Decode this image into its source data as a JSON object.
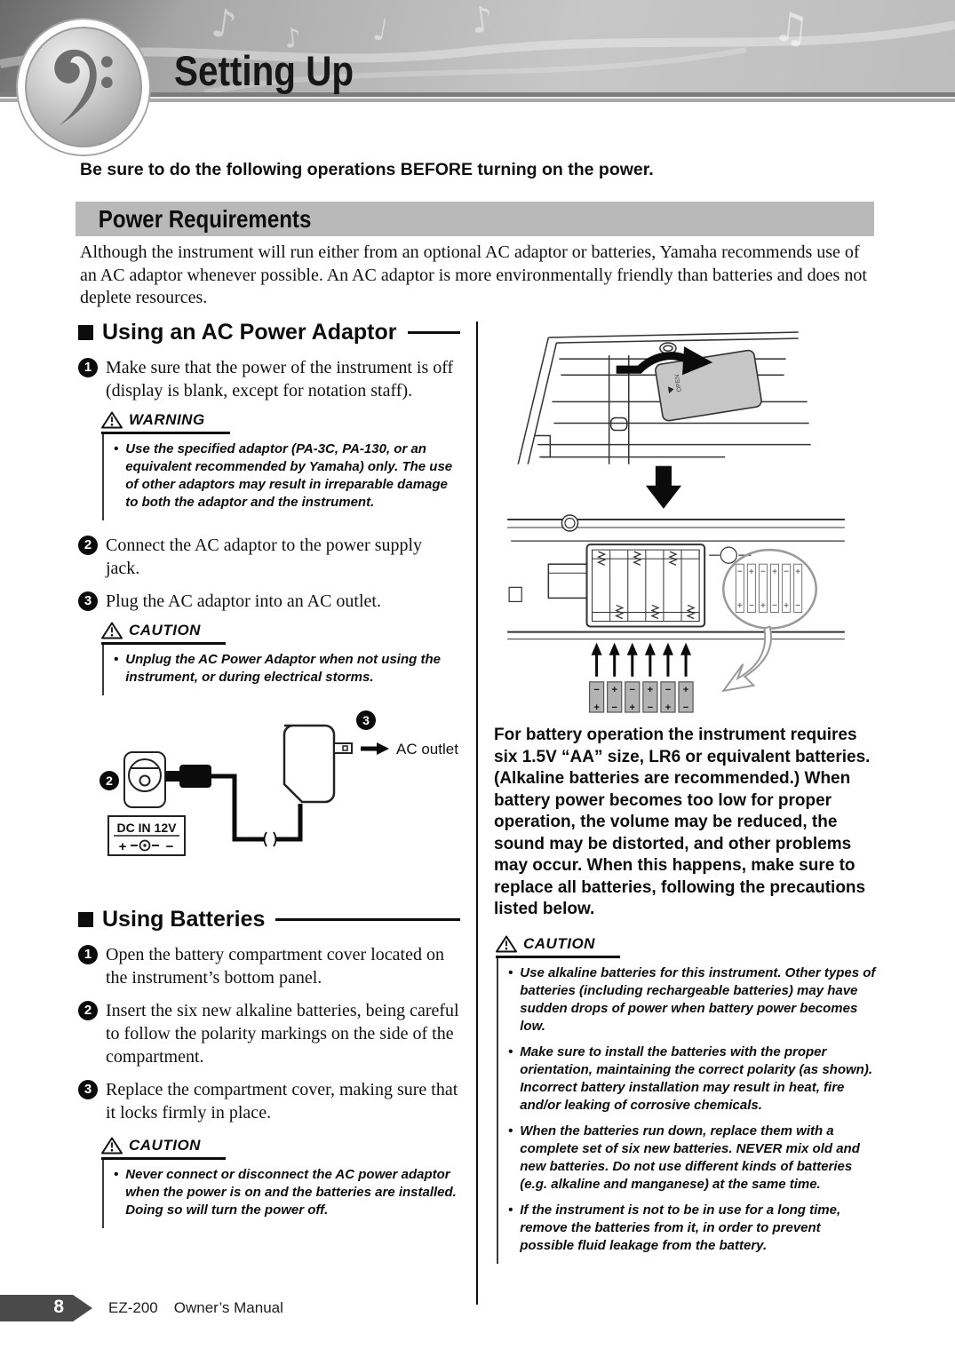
{
  "header": {
    "title": "Setting Up"
  },
  "intro": "Be sure to do the following operations BEFORE turning on the power.",
  "banner": "Power Requirements",
  "lead": "Although the instrument will run either from an optional AC adaptor or batteries, Yamaha recommends use of an AC adaptor whenever possible. An AC adaptor is more environmentally friendly than batteries and does not deplete resources.",
  "ac_section": {
    "heading": "Using an AC Power Adaptor",
    "steps": [
      {
        "num": "1",
        "text": "Make sure that the power of the instrument is off (display is blank, except for notation staff)."
      },
      {
        "num": "2",
        "text": "Connect the AC adaptor to the power supply jack."
      },
      {
        "num": "3",
        "text": "Plug the AC adaptor into an AC outlet."
      }
    ],
    "warning": {
      "label": "WARNING",
      "items": [
        "Use the specified adaptor (PA-3C, PA-130, or an equivalent recommended by Yamaha) only. The use of other adaptors may result in irreparable damage to both the adaptor and the instrument."
      ]
    },
    "caution": {
      "label": "CAUTION",
      "items": [
        "Unplug the AC Power Adaptor when not using the instrument, or during electrical storms."
      ]
    },
    "diagram": {
      "step2_num": "2",
      "step3_num": "3",
      "jack_label": "DC IN 12V",
      "polarity_plus": "+",
      "polarity_minus": "−",
      "outlet_label": "AC outlet"
    }
  },
  "battery_section": {
    "heading": "Using Batteries",
    "steps": [
      {
        "num": "1",
        "text": "Open the battery compartment cover located on the instrument’s bottom panel."
      },
      {
        "num": "2",
        "text": "Insert the six new alkaline batteries, being careful to follow the polarity markings on the side of the compartment."
      },
      {
        "num": "3",
        "text": "Replace the compartment cover, making sure that it locks firmly in place."
      }
    ],
    "caution": {
      "label": "CAUTION",
      "items": [
        "Never connect or disconnect the AC power adaptor when the power is on and the batteries are installed. Doing so will turn the power off."
      ]
    }
  },
  "right_column": {
    "battery_note": "For battery operation the instrument requires six 1.5V “AA” size, LR6 or equivalent batteries. (Alkaline batteries are recommended.) When battery power becomes too low for proper operation, the volume may be reduced, the sound may be distorted, and other problems may occur. When this happens, make sure to replace all batteries, following the precautions listed below.",
    "caution": {
      "label": "CAUTION",
      "items": [
        "Use alkaline batteries for this instrument. Other types of batteries (including rechargeable batteries) may have sudden drops of power when battery power becomes low.",
        "Make sure to install the batteries with the proper orientation, maintaining the correct polarity (as shown). Incorrect battery installation may result in heat, fire and/or leaking of corrosive chemicals.",
        "When the batteries run down, replace them with a complete set of six new batteries. NEVER mix old and new batteries. Do not use different kinds of batteries (e.g. alkaline and manganese) at the same time.",
        "If the instrument is not to be in use for a long time, remove the batteries from it, in order to prevent possible fluid leakage from the battery."
      ]
    },
    "diagram": {
      "cover_label": "OPEN",
      "top_signs": [
        "−",
        "+",
        "−",
        "+",
        "−",
        "+"
      ],
      "bottom_signs": [
        "+",
        "−",
        "+",
        "−",
        "+",
        "−"
      ]
    }
  },
  "footer": {
    "page_number": "8",
    "model": "EZ-200",
    "label": "Owner’s Manual"
  }
}
